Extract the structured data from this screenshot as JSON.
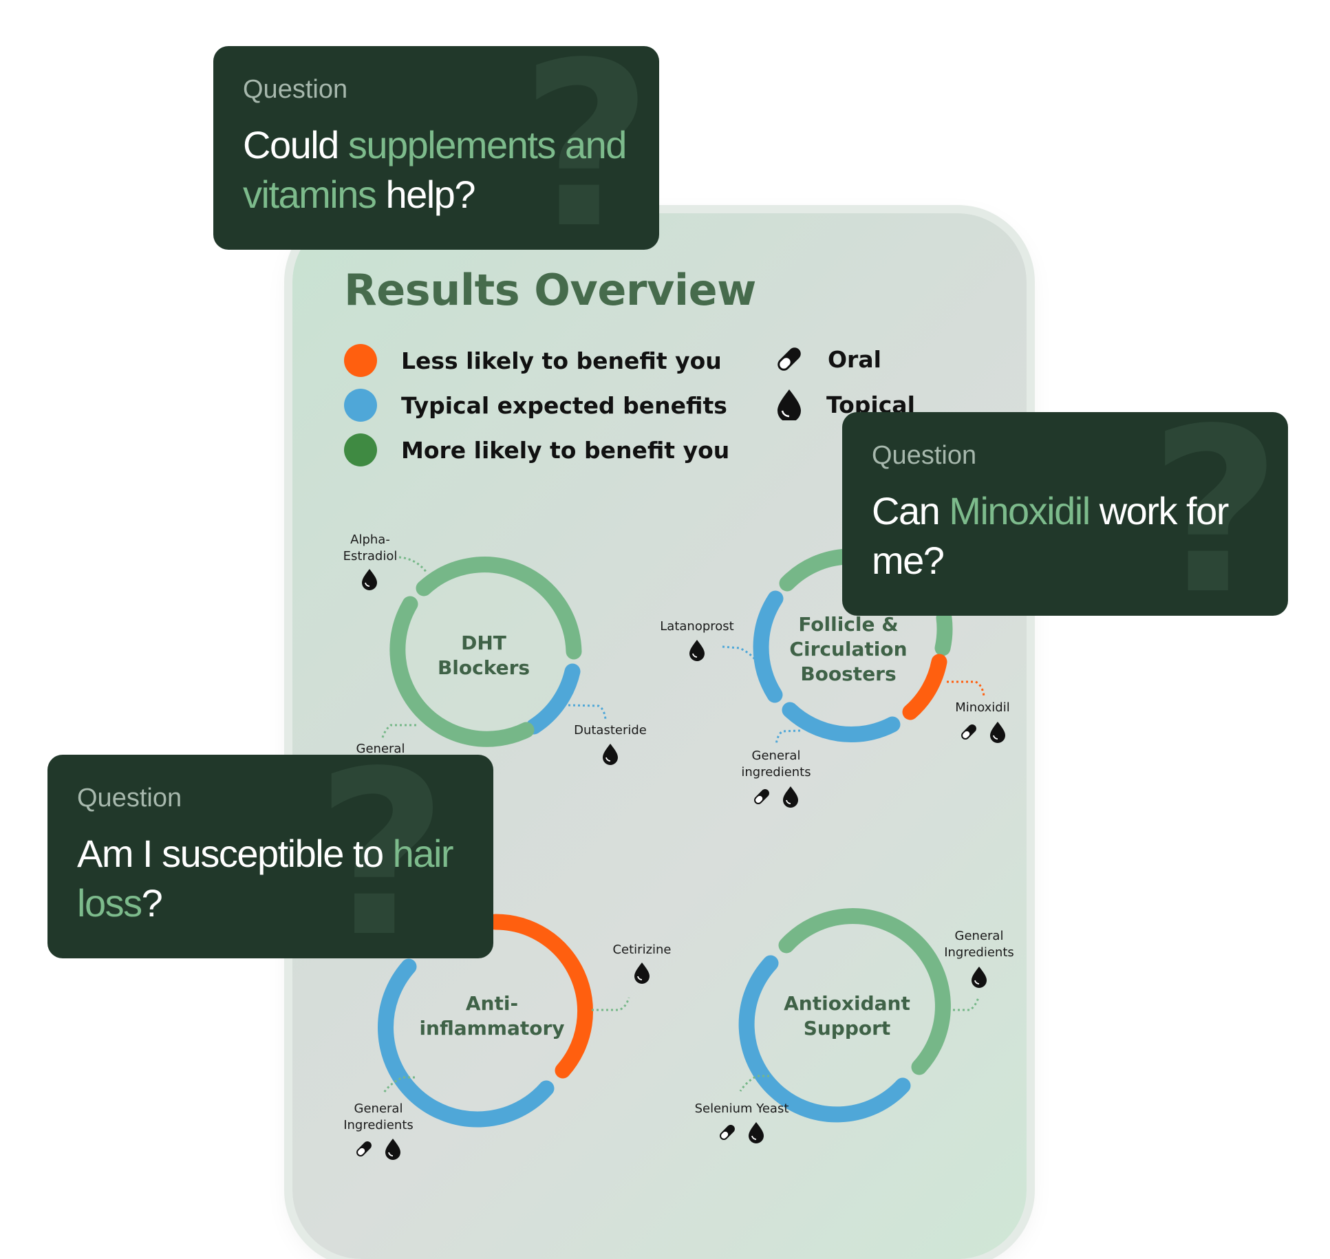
{
  "results": {
    "title": "Results Overview",
    "legend_benefit": [
      {
        "label": "Less likely to benefit you",
        "color": "#ff5f0f"
      },
      {
        "label": "Typical expected benefits",
        "color": "#4fa7d8"
      },
      {
        "label": "More likely to benefit you",
        "color": "#3f8a42"
      }
    ],
    "legend_route": [
      {
        "label": "Oral",
        "icon": "pill-icon"
      },
      {
        "label": "Topical",
        "icon": "drop-icon"
      }
    ]
  },
  "colors": {
    "green_arc": "#76b788",
    "blue_arc": "#4fa7d8",
    "orange_arc": "#ff5f0f",
    "card_bg": "#21382a",
    "highlight": "#7dbb8c"
  },
  "diagrams": {
    "dht": {
      "center": [
        "DHT",
        "Blockers"
      ],
      "alpha": [
        "Alpha-",
        "Estradiol"
      ],
      "dutasteride": "Dutasteride",
      "general": "General"
    },
    "follicle": {
      "center": [
        "Follicle &",
        "Circulation",
        "Boosters"
      ],
      "latanoprost": "Latanoprost",
      "minoxidil": "Minoxidil",
      "general": [
        "General",
        "ingredients"
      ]
    },
    "anti": {
      "center": [
        "Anti-",
        "inflammatory"
      ],
      "cetirizine": "Cetirizine",
      "general": [
        "General",
        "Ingredients"
      ]
    },
    "antiox": {
      "center": [
        "Antioxidant",
        "Support"
      ],
      "general": [
        "General",
        "Ingredients"
      ],
      "selenium": "Selenium Yeast"
    }
  },
  "questions": [
    {
      "label": "Question",
      "parts": [
        "Could ",
        "supplements and vitamins",
        " help?"
      ]
    },
    {
      "label": "Question",
      "parts": [
        "Can ",
        "Minoxidil",
        " work for me?"
      ]
    },
    {
      "label": "Question",
      "parts": [
        "Am I susceptible to ",
        "hair loss",
        "?"
      ]
    }
  ]
}
